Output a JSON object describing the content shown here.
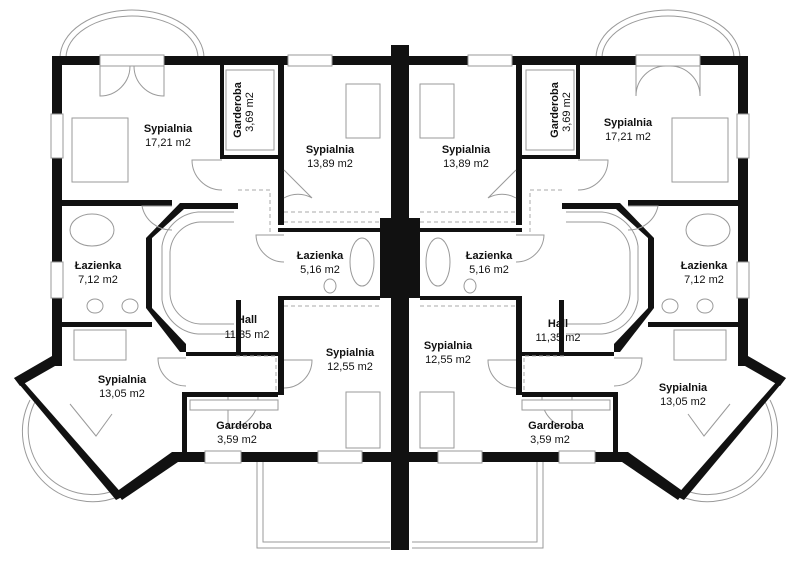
{
  "rooms": {
    "left_bedroom_top": {
      "name": "Sypialnia",
      "area": "17,21 m2"
    },
    "left_wardrobe_top": {
      "name": "Garderoba",
      "area": "3,69 m2"
    },
    "left_bedroom_center": {
      "name": "Sypialnia",
      "area": "13,89 m2"
    },
    "left_bath_outer": {
      "name": "Łazienka",
      "area": "7,12 m2"
    },
    "left_bath_inner": {
      "name": "Łazienka",
      "area": "5,16 m2"
    },
    "left_hall": {
      "name": "Hall",
      "area": "11,35 m2"
    },
    "left_bedroom_lower": {
      "name": "Sypialnia",
      "area": "12,55 m2"
    },
    "left_bedroom_corner": {
      "name": "Sypialnia",
      "area": "13,05 m2"
    },
    "left_wardrobe_bottom": {
      "name": "Garderoba",
      "area": "3,59 m2"
    },
    "right_bedroom_top": {
      "name": "Sypialnia",
      "area": "17,21 m2"
    },
    "right_wardrobe_top": {
      "name": "Garderoba",
      "area": "3,69 m2"
    },
    "right_bedroom_center": {
      "name": "Sypialnia",
      "area": "13,89 m2"
    },
    "right_bath_outer": {
      "name": "Łazienka",
      "area": "7,12 m2"
    },
    "right_bath_inner": {
      "name": "Łazienka",
      "area": "5,16 m2"
    },
    "right_hall": {
      "name": "Hall",
      "area": "11,35 m2"
    },
    "right_bedroom_lower": {
      "name": "Sypialnia",
      "area": "12,55 m2"
    },
    "right_bedroom_corner": {
      "name": "Sypialnia",
      "area": "13,05 m2"
    },
    "right_wardrobe_bottom": {
      "name": "Garderoba",
      "area": "3,59 m2"
    }
  },
  "colors": {
    "wall": "#111111",
    "line": "#9a9a9a",
    "background": "#ffffff"
  }
}
